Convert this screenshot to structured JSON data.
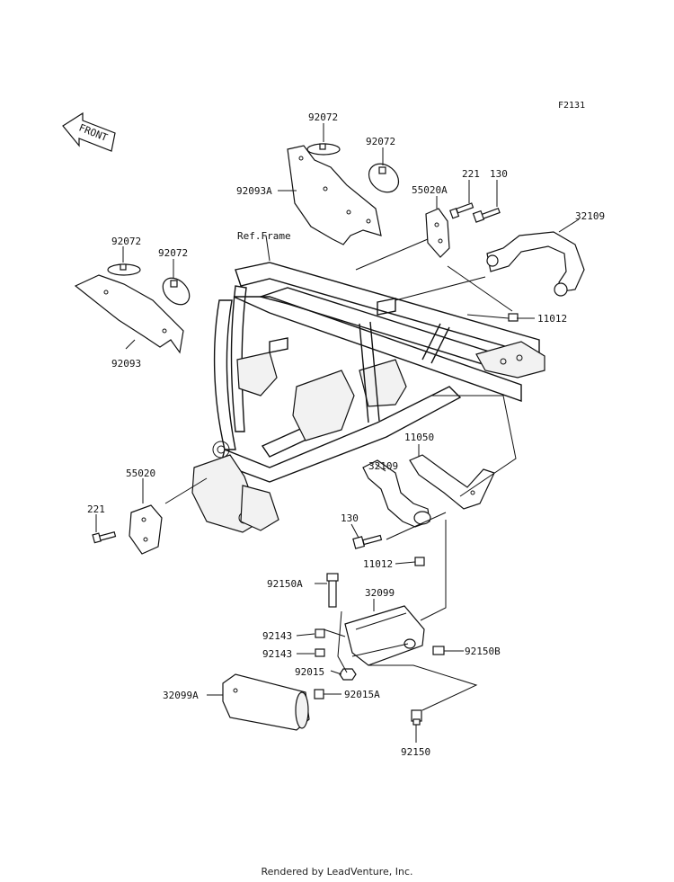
{
  "diagram_code": "F2131",
  "front_label": "FRONT",
  "ref_frame_label": "Ref.Frame",
  "footer": "Rendered by LeadVenture, Inc.",
  "labels": {
    "p92072_a": "92072",
    "p92072_b": "92072",
    "p92093A": "92093A",
    "p55020A": "55020A",
    "p221_a": "221",
    "p130_a": "130",
    "p32109_a": "32109",
    "p11012_a": "11012",
    "p92072_c": "92072",
    "p92072_d": "92072",
    "p92093": "92093",
    "p55020": "55020",
    "p221_b": "221",
    "p11050": "11050",
    "p32109_b": "32109",
    "p130_b": "130",
    "p11012_b": "11012",
    "p92150A": "92150A",
    "p32099": "32099",
    "p92143_a": "92143",
    "p92143_b": "92143",
    "p92150B": "92150B",
    "p92015": "92015",
    "p32099A": "32099A",
    "p92015A": "92015A",
    "p92150": "92150"
  }
}
